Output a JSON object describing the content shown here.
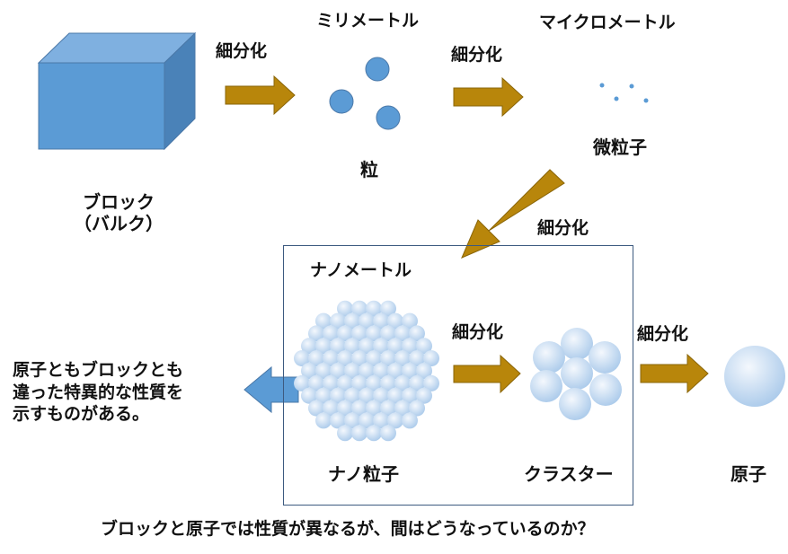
{
  "stages": {
    "bulk": {
      "name": "ブロック",
      "sub": "（バルク）"
    },
    "millimeter": {
      "scale": "ミリメートル",
      "name": "粒"
    },
    "micrometer": {
      "scale": "マイクロメートル",
      "name": "微粒子"
    },
    "nanometer": {
      "scale": "ナノメートル",
      "name": "ナノ粒子"
    },
    "cluster": {
      "name": "クラスター"
    },
    "atom": {
      "name": "原子"
    }
  },
  "arrow_label": "細分化",
  "side_note": {
    "lines": [
      "原子ともブロックとも",
      "違った特異的な性質を",
      "示すものがある。"
    ]
  },
  "footer_question": "ブロックと原子では性質が異なるが、間はどうなっているのか？",
  "colors": {
    "bulk_front": "#5b9bd5",
    "bulk_top": "#7fb0e0",
    "bulk_side": "#4a82b8",
    "arrow": "#b8860b",
    "note_arrow": "#5b9bd5",
    "box_border": "#3d5a80",
    "sphere_light": "#eaf2fb",
    "sphere_dark": "#9dc0e6"
  }
}
